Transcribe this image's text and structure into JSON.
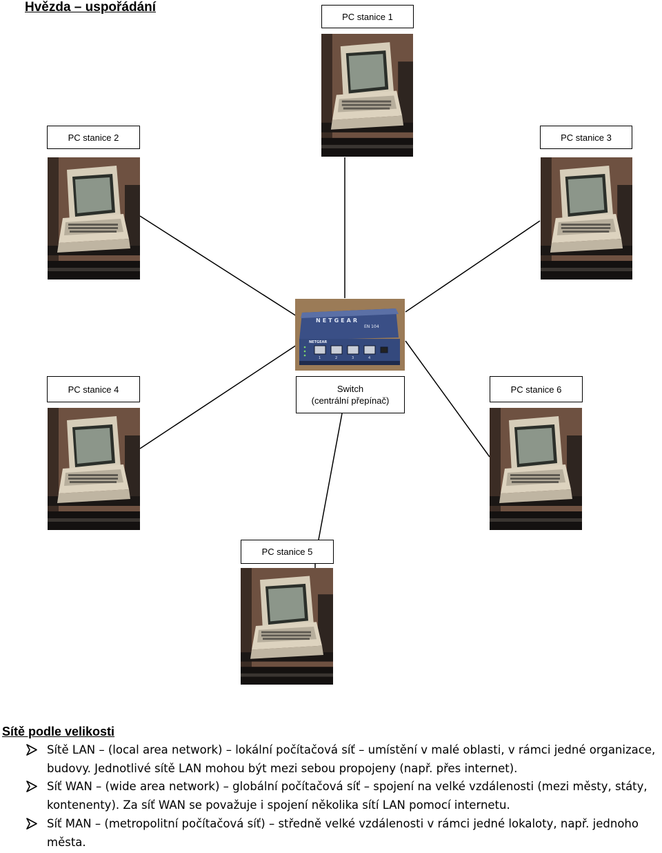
{
  "diagram": {
    "title": "Hvězda – uspořádání",
    "hub_label_line1": "Switch",
    "hub_label_line2": "(centrální přepínač)",
    "stations": [
      "PC stanice 1",
      "PC stanice 2",
      "PC stanice 3",
      "PC stanice 4",
      "PC stanice 5",
      "PC stanice 6"
    ],
    "switch_brand": "NETGEAR",
    "switch_model": "EN 104",
    "port_numbers": [
      "1",
      "2",
      "3",
      "4"
    ]
  },
  "networks": {
    "title": "Sítě podle velikosti",
    "items": [
      "Sítě LAN – (local area network) – lokální počítačová síť – umístění v malé oblasti, v rámci jedné organizace, budovy. Jednotlivé sítě LAN mohou být mezi sebou propojeny (např. přes internet).",
      "Síť WAN – (wide area network) – globální počítačová síť – spojení na velké vzdálenosti (mezi městy, státy, kontenenty). Za síť WAN se považuje i spojení několika sítí LAN pomocí internetu.",
      "Síť MAN – (metropolitní počítačová síť) – středně velké vzdálenosti v rámci jedné lokaloty, např. jednoho města."
    ]
  },
  "colors": {
    "line": "#000000",
    "switch_body": "#3a4f86"
  }
}
